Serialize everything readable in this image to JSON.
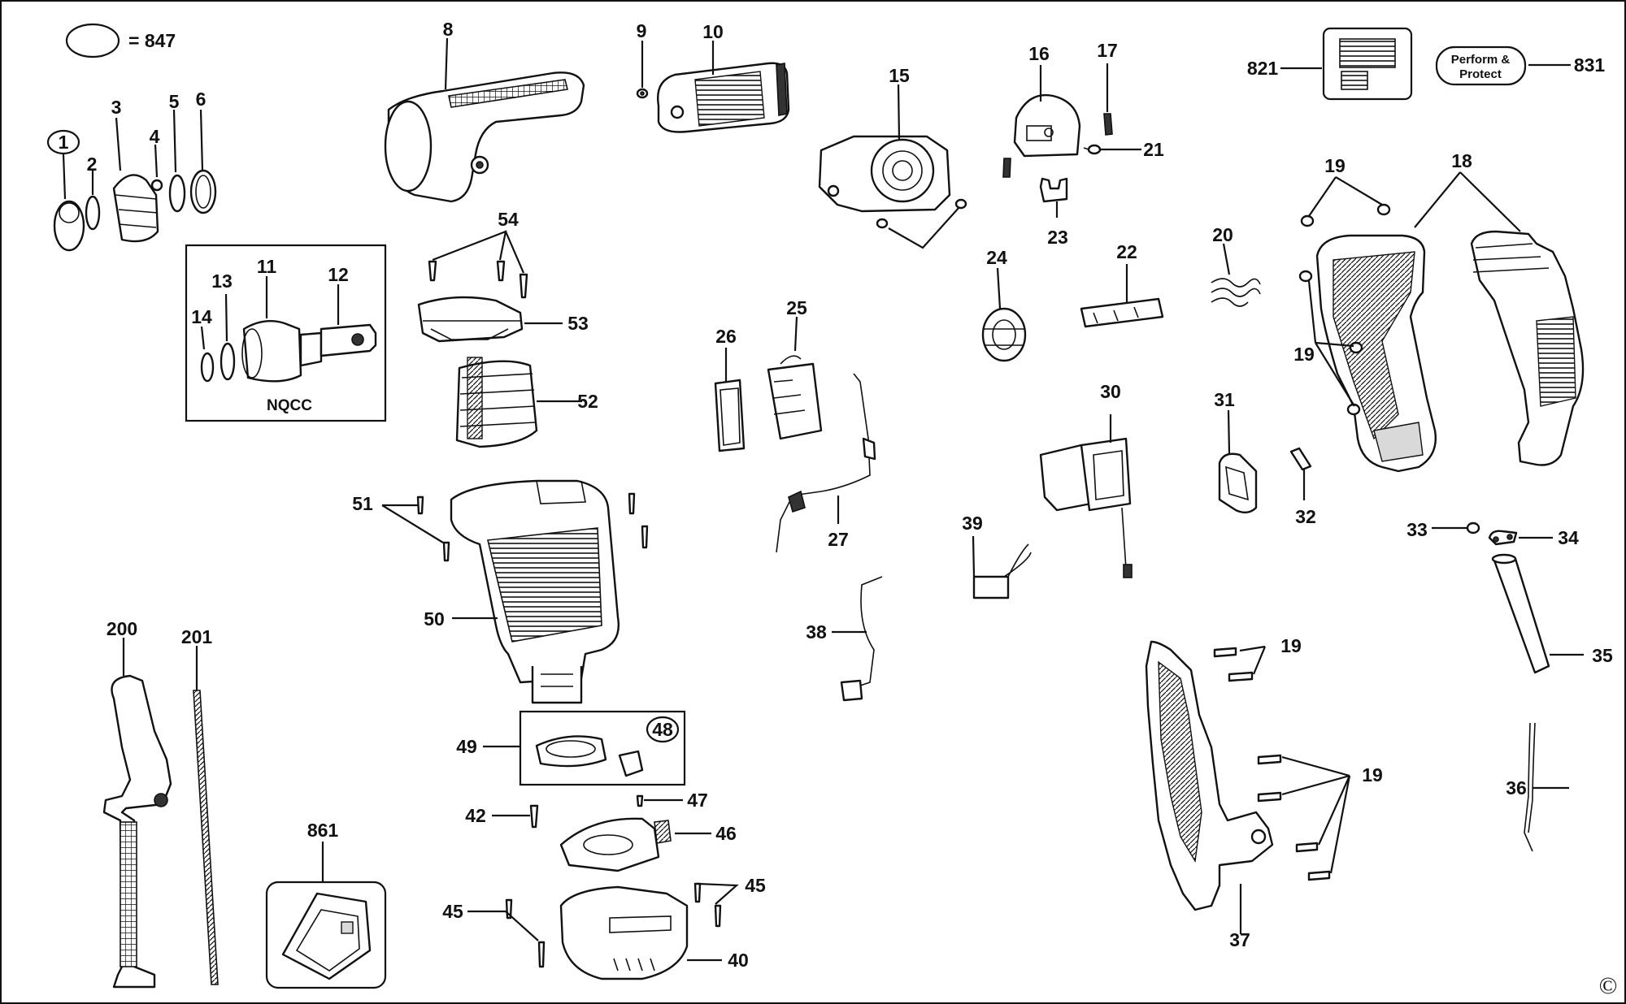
{
  "diagram": {
    "legend_text": "= 847",
    "kit_label": "NQCC",
    "badge_text_1": "Perform &",
    "badge_text_2": "Protect",
    "copyright": "©",
    "callouts": [
      "1",
      "2",
      "3",
      "4",
      "5",
      "6",
      "8",
      "9",
      "10",
      "11",
      "12",
      "13",
      "14",
      "15",
      "16",
      "17",
      "18",
      "19",
      "20",
      "21",
      "22",
      "23",
      "24",
      "25",
      "26",
      "27",
      "30",
      "31",
      "32",
      "33",
      "34",
      "35",
      "36",
      "37",
      "38",
      "39",
      "40",
      "42",
      "45",
      "46",
      "47",
      "48",
      "49",
      "50",
      "51",
      "52",
      "53",
      "54",
      "200",
      "201",
      "821",
      "831",
      "861"
    ]
  }
}
